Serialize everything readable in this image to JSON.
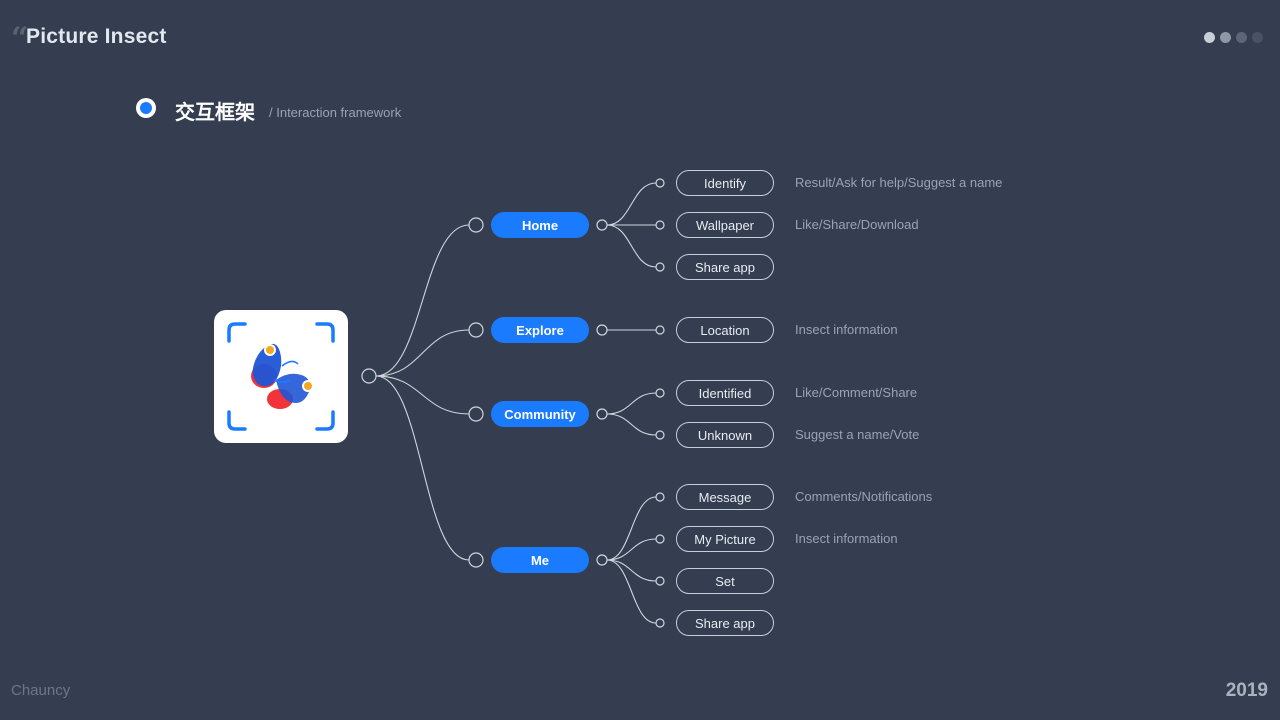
{
  "header": {
    "title": "Picture Insect",
    "page_dots": [
      "#c8cdd6",
      "#8f97a5",
      "#5d6677",
      "#4a5364"
    ]
  },
  "section": {
    "title_cn": "交互框架",
    "title_en": "/ Interaction framework"
  },
  "colors": {
    "background": "#343e50",
    "accent": "#1a7bff",
    "line": "#d0d5de"
  },
  "app_icon": "butterfly-app-icon",
  "branches": [
    {
      "label": "Home",
      "children": [
        {
          "label": "Identify",
          "desc": "Result/Ask for help/Suggest a name"
        },
        {
          "label": "Wallpaper",
          "desc": "Like/Share/Download"
        },
        {
          "label": "Share app",
          "desc": ""
        }
      ]
    },
    {
      "label": "Explore",
      "children": [
        {
          "label": "Location",
          "desc": "Insect information"
        }
      ]
    },
    {
      "label": "Community",
      "children": [
        {
          "label": "Identified",
          "desc": "Like/Comment/Share"
        },
        {
          "label": "Unknown",
          "desc": "Suggest a name/Vote"
        }
      ]
    },
    {
      "label": "Me",
      "children": [
        {
          "label": "Message",
          "desc": "Comments/Notifications"
        },
        {
          "label": "My Picture",
          "desc": "Insect information"
        },
        {
          "label": "Set",
          "desc": ""
        },
        {
          "label": "Share app",
          "desc": ""
        }
      ]
    }
  ],
  "footer": {
    "author": "Chauncy",
    "year": "2019"
  }
}
